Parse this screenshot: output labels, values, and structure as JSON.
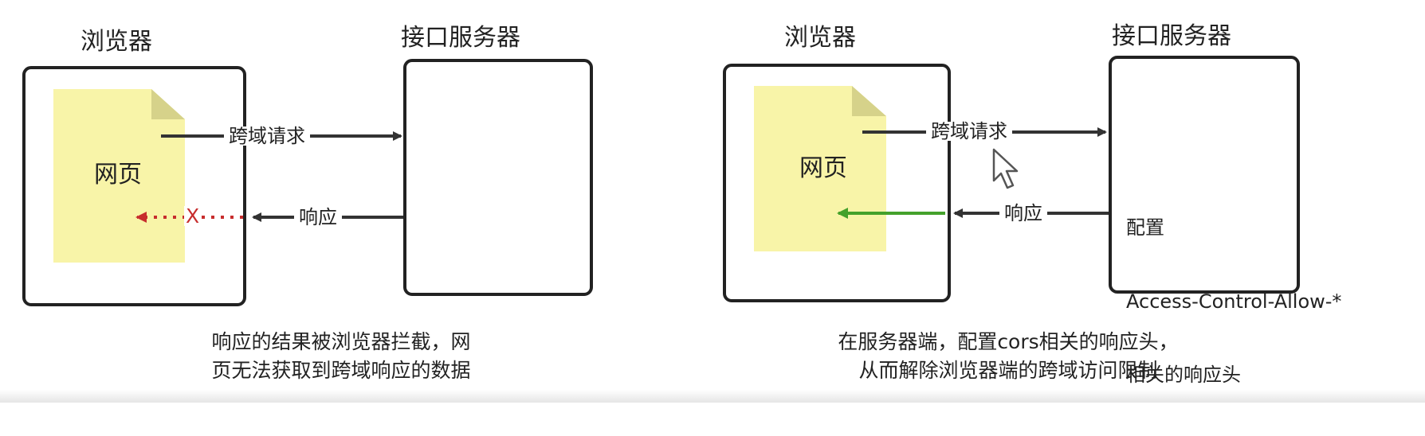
{
  "left_diagram": {
    "browser_title": "浏览器",
    "server_title": "接口服务器",
    "page_label": "网页",
    "request_label": "跨域请求",
    "response_label": "响应",
    "blocked_mark": "X",
    "caption_line1": "响应的结果被浏览器拦截，网",
    "caption_line2": "页无法获取到跨域响应的数据"
  },
  "right_diagram": {
    "browser_title": "浏览器",
    "server_title": "接口服务器",
    "page_label": "网页",
    "request_label": "跨域请求",
    "response_label": "响应",
    "server_config_lines": [
      "配置",
      "Access-Control-Allow-*",
      "相关的响应头"
    ],
    "caption_line1": "在服务器端，配置cors相关的响应头，",
    "caption_line2": "从而解除浏览器端的跨域访问限制"
  },
  "colors": {
    "box_stroke": "#222222",
    "page_fill": "#f8f4a8",
    "page_fold": "#d6d28a",
    "arrow": "#333333",
    "blocked": "#c72d2d",
    "allowed": "#44a12b"
  }
}
